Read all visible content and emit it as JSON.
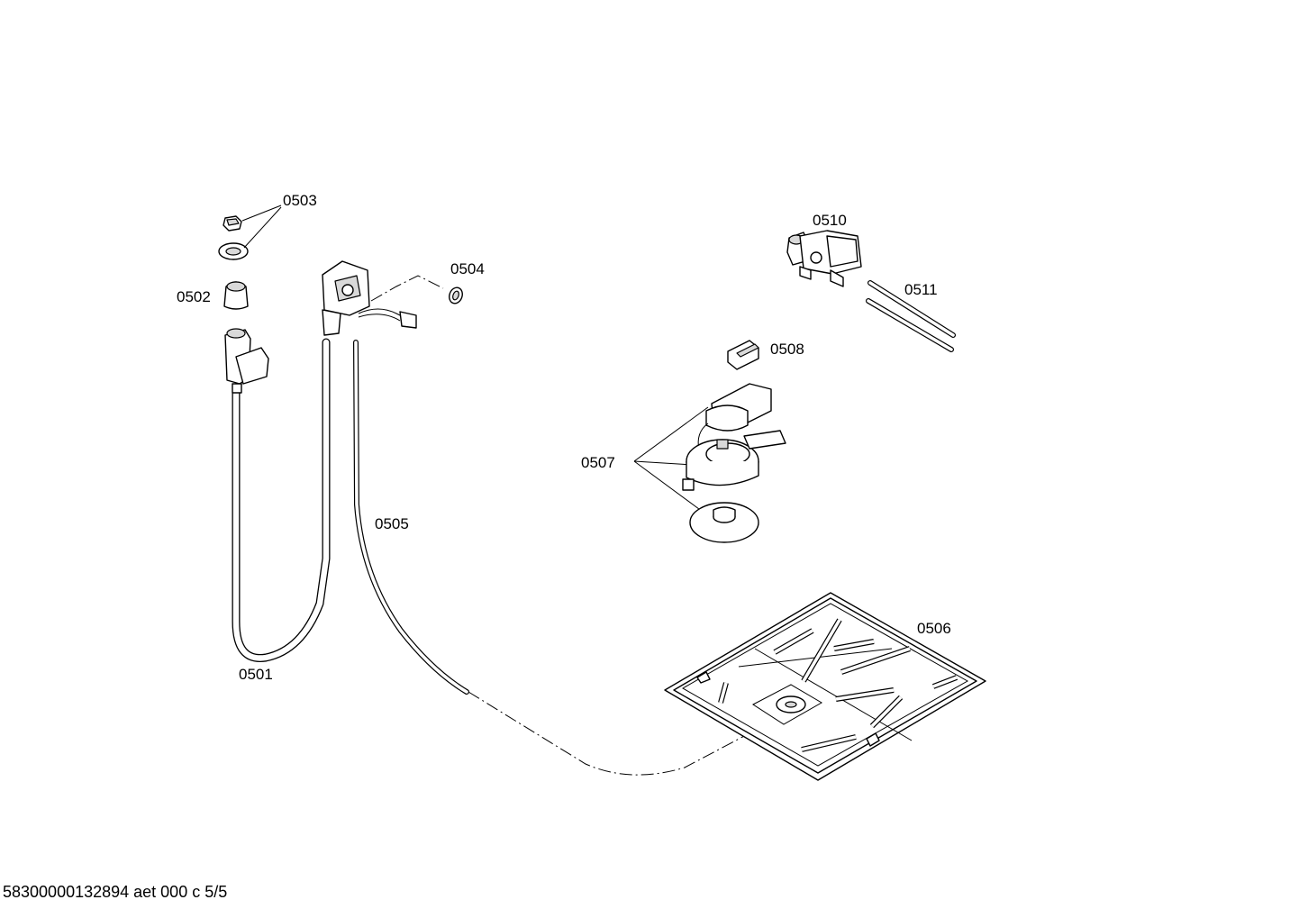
{
  "diagram": {
    "parts": [
      {
        "id": "0501",
        "label": "0501"
      },
      {
        "id": "0502",
        "label": "0502"
      },
      {
        "id": "0503",
        "label": "0503"
      },
      {
        "id": "0504",
        "label": "0504"
      },
      {
        "id": "0505",
        "label": "0505"
      },
      {
        "id": "0506",
        "label": "0506"
      },
      {
        "id": "0507",
        "label": "0507"
      },
      {
        "id": "0508",
        "label": "0508"
      },
      {
        "id": "0510",
        "label": "0510"
      },
      {
        "id": "0511",
        "label": "0511"
      }
    ]
  },
  "footer": {
    "reference": "58300000132894 aet 000 c 5/5"
  }
}
